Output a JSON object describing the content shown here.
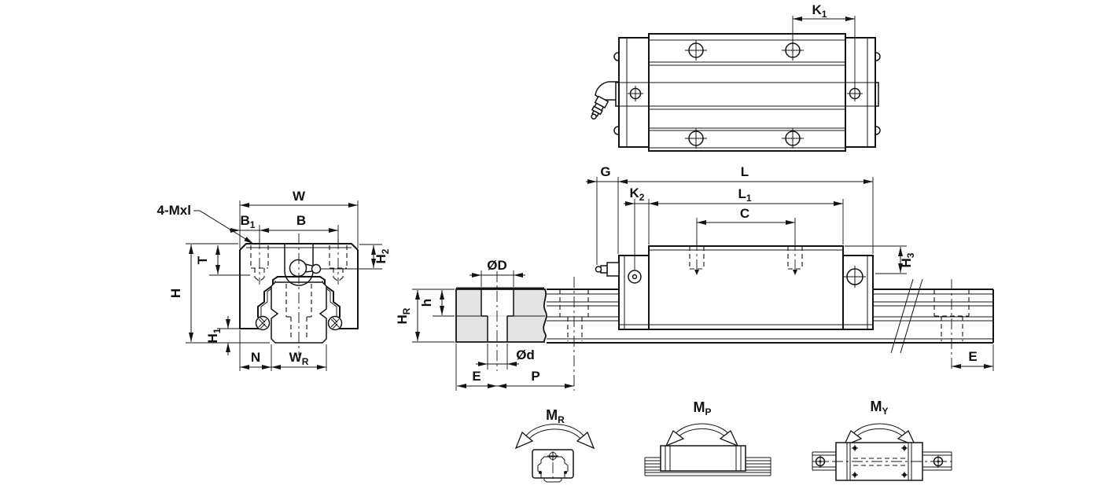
{
  "drawing": {
    "colors": {
      "line": "#141414",
      "section_fill": "#e3e3e3",
      "background": "#ffffff"
    },
    "labels": {
      "k1": {
        "base": "K",
        "sub": "1"
      },
      "thread": {
        "base": "4-Mxl",
        "sub": ""
      },
      "w": {
        "base": "W",
        "sub": ""
      },
      "b1": {
        "base": "B",
        "sub": "1"
      },
      "b": {
        "base": "B",
        "sub": ""
      },
      "t": {
        "base": "T",
        "sub": ""
      },
      "h": {
        "base": "H",
        "sub": ""
      },
      "h1": {
        "base": "H",
        "sub": "1"
      },
      "h2": {
        "base": "H",
        "sub": "2"
      },
      "n": {
        "base": "N",
        "sub": ""
      },
      "wr": {
        "base": "W",
        "sub": "R"
      },
      "od": {
        "base": "ØD",
        "sub": ""
      },
      "od_small": {
        "base": "Ød",
        "sub": ""
      },
      "hr": {
        "base": "H",
        "sub": "R"
      },
      "h_small": {
        "base": "h",
        "sub": ""
      },
      "e_rail": {
        "base": "E",
        "sub": ""
      },
      "p": {
        "base": "P",
        "sub": ""
      },
      "g": {
        "base": "G",
        "sub": ""
      },
      "l": {
        "base": "L",
        "sub": ""
      },
      "l1": {
        "base": "L",
        "sub": "1"
      },
      "k2": {
        "base": "K",
        "sub": "2"
      },
      "c": {
        "base": "C",
        "sub": ""
      },
      "h3": {
        "base": "H",
        "sub": "3"
      },
      "e_end": {
        "base": "E",
        "sub": ""
      },
      "mr": {
        "base": "M",
        "sub": "R"
      },
      "mp": {
        "base": "M",
        "sub": "P"
      },
      "my": {
        "base": "M",
        "sub": "Y"
      }
    }
  }
}
